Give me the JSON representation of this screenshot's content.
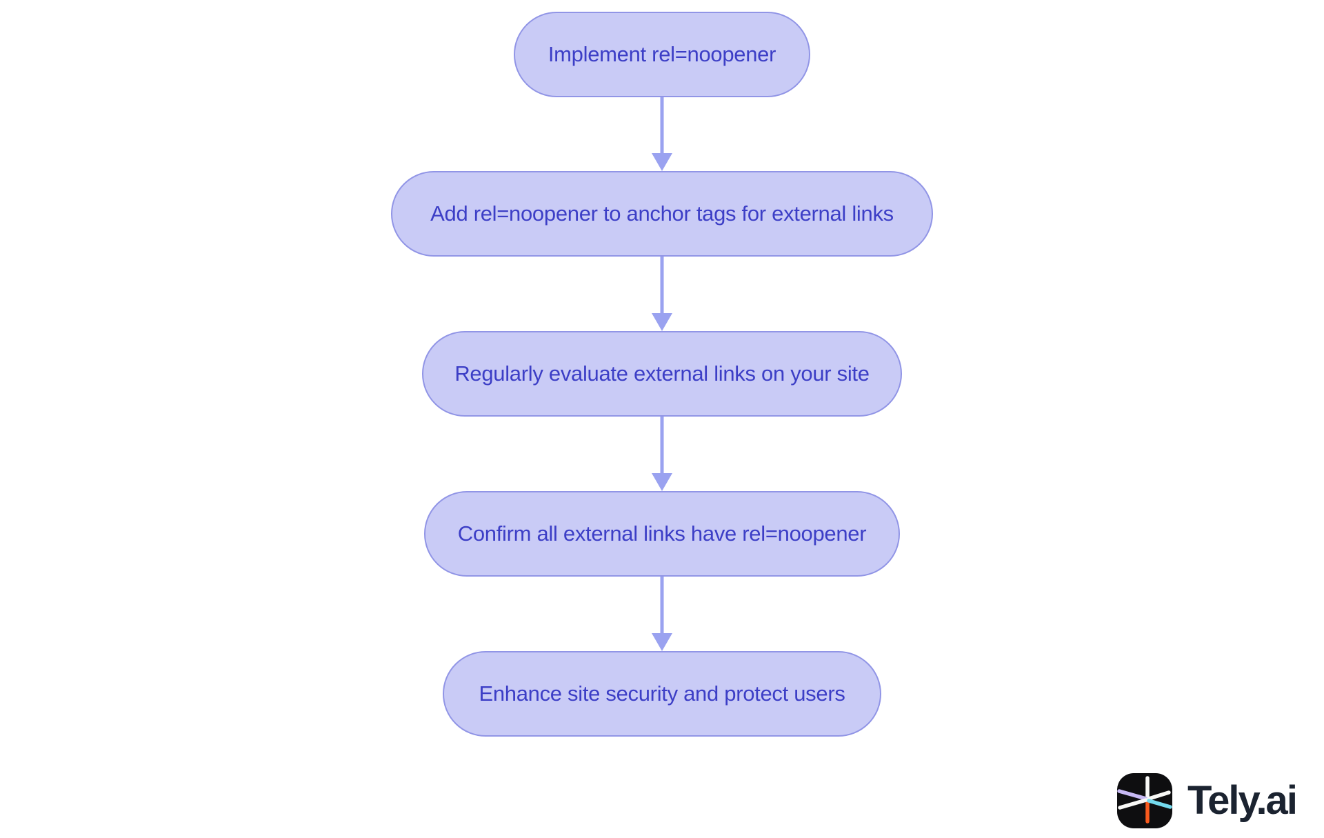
{
  "flowchart": {
    "nodes": [
      {
        "label": "Implement rel=noopener"
      },
      {
        "label": "Add rel=noopener to anchor tags for external links"
      },
      {
        "label": "Regularly evaluate external links on your site"
      },
      {
        "label": "Confirm all external links have rel=noopener"
      },
      {
        "label": "Enhance site security and protect users"
      }
    ],
    "colors": {
      "node_fill": "#c9cbf6",
      "node_border": "#9195e6",
      "node_text": "#3c3ec6",
      "arrow": "#9aa2f0"
    }
  },
  "logo": {
    "text": "Tely.ai",
    "icon": "tely-asterisk-icon",
    "colors": {
      "icon_background": "#0e0e10",
      "spoke_white": "#f8f8f6",
      "spoke_orange": "#f85a1d",
      "spoke_lavender": "#c7b9f4",
      "spoke_cyan": "#74daee",
      "text": "#1b2330"
    }
  }
}
